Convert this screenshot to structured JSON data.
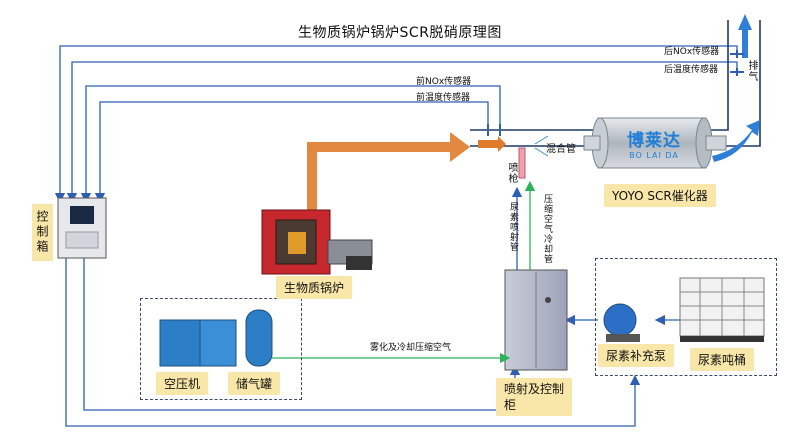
{
  "title": "生物质锅炉锅炉SCR脱硝原理图",
  "sensors": {
    "rear_nox": "后NOx传感器",
    "rear_temp": "后温度传感器",
    "front_nox": "前NOx传感器",
    "front_temp": "前温度传感器"
  },
  "exhaust_label": "排气",
  "mixing_pipe_label": "混合管",
  "nozzle_label": "喷枪",
  "catalyst_label": "YOYO SCR催化器",
  "brand_logo": "博莱达",
  "brand_sub": "BO LAI DA",
  "control_box_label": "控制箱",
  "boiler_label": "生物质锅炉",
  "urea_spray_pipe_label": "尿素喷射管",
  "air_cooling_pipe_label": "压缩空气冷却管",
  "compressor_label": "空压机",
  "tank_label": "储气罐",
  "atomize_label": "雾化及冷却压缩空气",
  "spray_cabinet_label": "喷射及控制柜",
  "pump_label": "尿素补充泵",
  "urea_tank_label": "尿素吨桶",
  "colors": {
    "signal_line": "#2f5fb3",
    "air_line": "#2bb35a",
    "flow_arrow": "#e07b2c",
    "label_bg": "#f8e7a8"
  }
}
